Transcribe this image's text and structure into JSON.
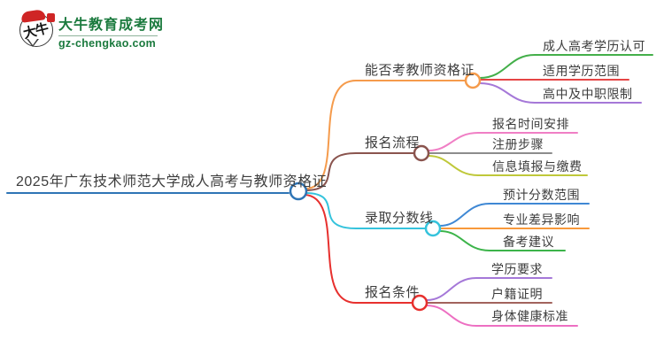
{
  "site": {
    "logo_badge_text": "大牛",
    "name": "大牛教育成考网",
    "url": "gz-chengkao.com",
    "brand_color": "#1b7a3e"
  },
  "mindmap": {
    "root": {
      "label": "2025年广东技术师范大学成人高考与教师资格证",
      "color": "#2e74b5"
    },
    "branches": [
      {
        "label": "能否考教师资格证",
        "color": "#f59b4c",
        "children": [
          {
            "label": "成人高考学历认可",
            "color": "#44af4a"
          },
          {
            "label": "适用学历范围",
            "color": "#e64545"
          },
          {
            "label": "高中及中职限制",
            "color": "#a578d8"
          }
        ]
      },
      {
        "label": "报名流程",
        "color": "#8a544e",
        "children": [
          {
            "label": "报名时间安排",
            "color": "#f07fc5"
          },
          {
            "label": "注册步骤",
            "color": "#8c8c8c"
          },
          {
            "label": "信息填报与缴费",
            "color": "#bfc83a"
          }
        ]
      },
      {
        "label": "录取分数线",
        "color": "#35c3dc",
        "children": [
          {
            "label": "预计分数范围",
            "color": "#3f88d4"
          },
          {
            "label": "专业差异影响",
            "color": "#f8993b"
          },
          {
            "label": "备考建议",
            "color": "#3cb44a"
          }
        ]
      },
      {
        "label": "报名条件",
        "color": "#e7302e",
        "children": [
          {
            "label": "学历要求",
            "color": "#a578d8"
          },
          {
            "label": "户籍证明",
            "color": "#a2635d"
          },
          {
            "label": "身体健康标准",
            "color": "#ed6fc2"
          }
        ]
      }
    ]
  }
}
